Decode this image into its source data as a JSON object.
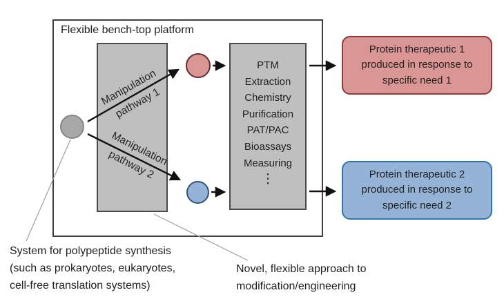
{
  "platform": {
    "title": "Flexible bench-top platform"
  },
  "pathways": {
    "p1": {
      "line1": "Manipulation",
      "line2": "pathway 1"
    },
    "p2": {
      "line1": "Manipulation",
      "line2": "pathway 2"
    }
  },
  "process_box": {
    "steps": [
      "PTM",
      "Extraction",
      "Chemistry",
      "Purification",
      "PAT/PAC",
      "Bioassays",
      "Measuring"
    ],
    "ellipsis": "⋮"
  },
  "outputs": {
    "o1": {
      "lines": [
        "Protein therapeutic 1",
        "produced in response to",
        "specific need 1"
      ]
    },
    "o2": {
      "lines": [
        "Protein therapeutic 2",
        "produced in response to",
        "specific need 2"
      ]
    }
  },
  "captions": {
    "synthesis": {
      "lines": [
        "System for polypeptide synthesis",
        "(such as prokaryotes, eukaryotes,",
        "cell-free translation systems)"
      ]
    },
    "novel": {
      "lines": [
        "Novel, flexible approach to",
        "modification/engineering"
      ]
    }
  },
  "colors": {
    "platform_border": "#3f3f3f",
    "gray_box_fill": "#bfbfbf",
    "gray_box_border": "#4a4a4a",
    "source_circle_fill": "#a8a8a8",
    "red_fill": "#d99694",
    "red_border": "#943634",
    "blue_fill": "#95b3d7",
    "blue_border": "#2e74b5",
    "arrow_color": "#111111",
    "leader_line_color": "#9e9e9e"
  }
}
